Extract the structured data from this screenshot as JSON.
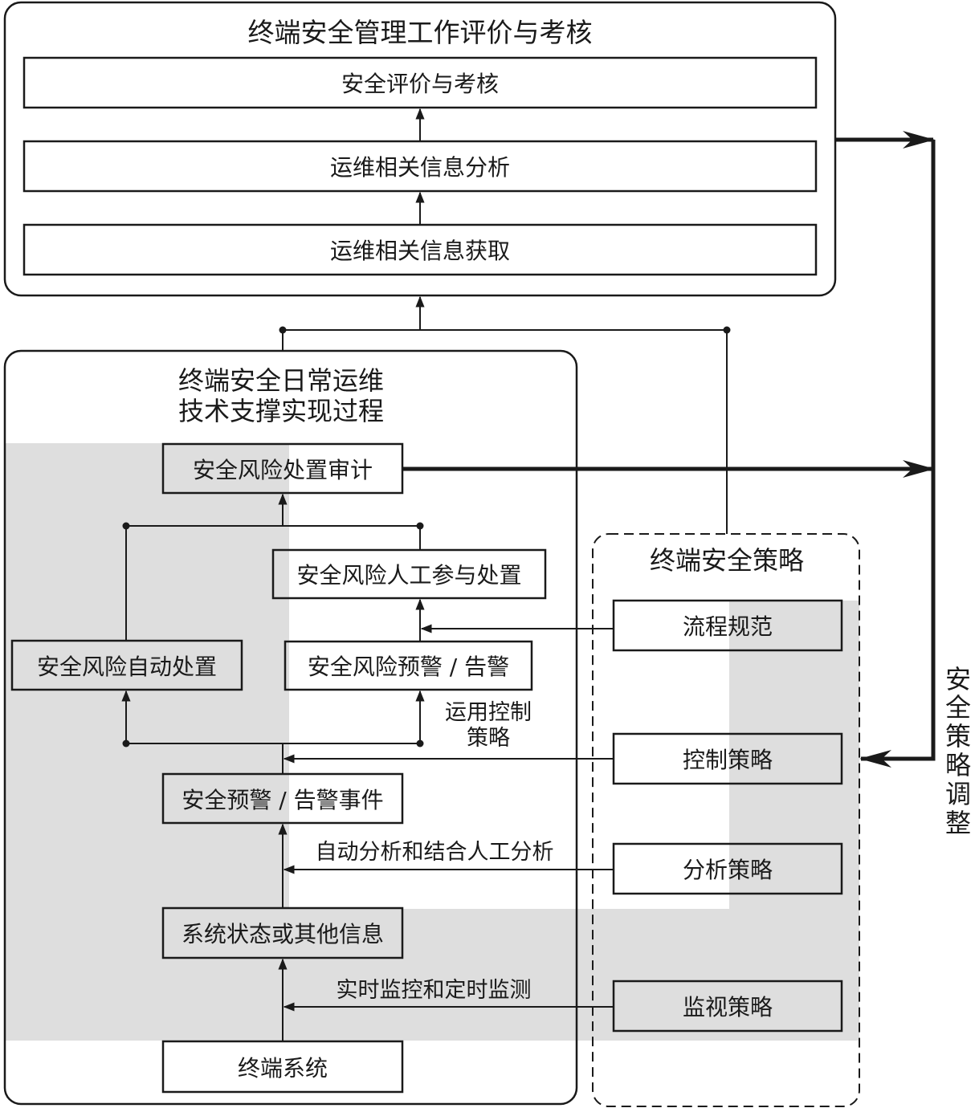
{
  "top_panel": {
    "title": "终端安全管理工作评价与考核",
    "evaluation": "安全评价与考核",
    "info_analysis": "运维相关信息分析",
    "info_acquisition": "运维相关信息获取"
  },
  "ops_panel": {
    "title_line1": "终端安全日常运维",
    "title_line2": "技术支撑实现过程",
    "risk_audit": "安全风险处置审计",
    "manual_disposal": "安全风险人工参与处置",
    "auto_disposal": "安全风险自动处置",
    "risk_warning": "安全风险预警 / 告警",
    "apply_control_line1": "运用控制",
    "apply_control_line2": "策略",
    "warning_event": "安全预警 / 告警事件",
    "analysis_note": "自动分析和结合人工分析",
    "system_status": "系统状态或其他信息",
    "monitor_note": "实时监控和定时监测",
    "terminal_system": "终端系统"
  },
  "policy_panel": {
    "title": "终端安全策略",
    "process_norms": "流程规范",
    "control_policy": "控制策略",
    "analysis_policy": "分析策略",
    "monitor_policy": "监视策略"
  },
  "adjust_label": [
    "安",
    "全",
    "策",
    "略",
    "调",
    "整"
  ],
  "colors": {
    "line": "#1a1a1a",
    "shade": "#dedede",
    "background": "#ffffff"
  }
}
